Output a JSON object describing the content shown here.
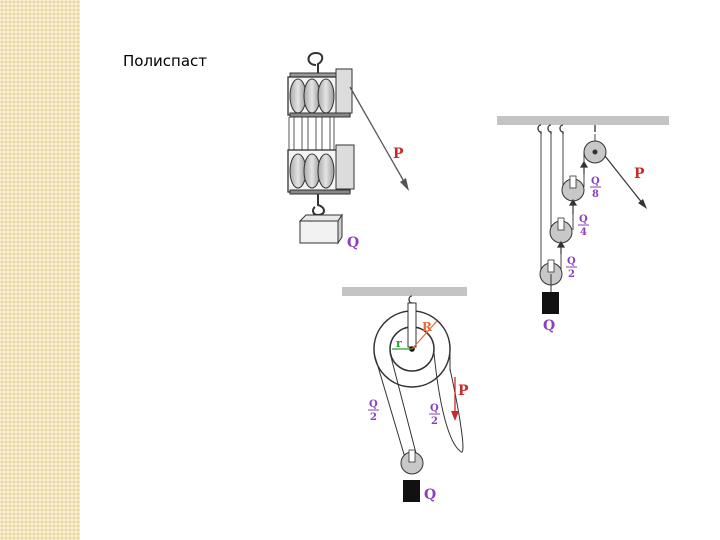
{
  "slide": {
    "title": "Полиспаст",
    "background": "#ffffff",
    "strip_color": "#f3e6bf"
  },
  "colors": {
    "force_label": "#cc2a2a",
    "load_label": "#8a3fc0",
    "ceiling": "#c4c4c4",
    "pulley": "#c8c8c8",
    "big_radius_label": "#e07040",
    "small_radius_label": "#2aa02a"
  },
  "figure_block_tackle": {
    "force_label": "P",
    "load_label": "Q"
  },
  "figure_pulley_chain": {
    "force_label": "P",
    "load_label": "Q",
    "fractions": [
      {
        "num": "Q",
        "den": "8"
      },
      {
        "num": "Q",
        "den": "4"
      },
      {
        "num": "Q",
        "den": "2"
      }
    ]
  },
  "figure_differential": {
    "force_label": "P",
    "load_label": "Q",
    "big_radius_label": "R",
    "small_radius_label": "r",
    "left_fraction": {
      "num": "Q",
      "den": "2"
    },
    "right_fraction": {
      "num": "Q",
      "den": "2"
    }
  }
}
